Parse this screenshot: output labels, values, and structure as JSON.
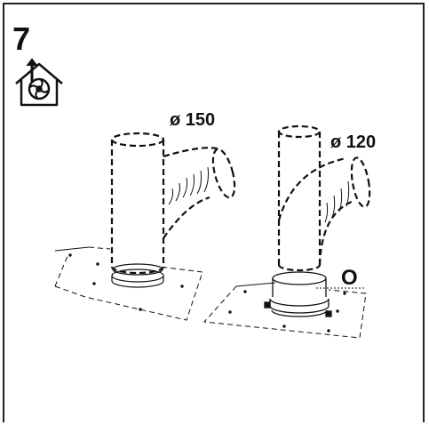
{
  "step": {
    "number": "7"
  },
  "icons": {
    "mode_icon": "house-extraction-fan-icon"
  },
  "labels": {
    "left_diameter": "ø 150",
    "right_diameter": "ø 120",
    "right_marker": "O"
  },
  "colors": {
    "line": "#111111",
    "background": "#ffffff"
  }
}
